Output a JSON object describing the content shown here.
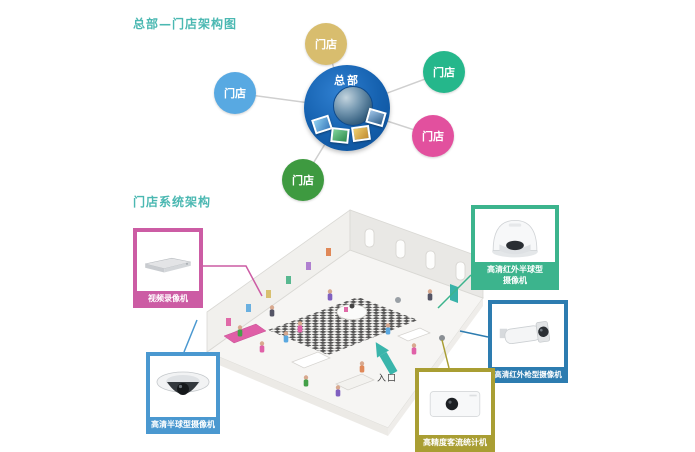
{
  "titles": {
    "hq": "总部—门店架构图",
    "store": "门店系统架构",
    "accent_color": "#4bb8b2"
  },
  "hq_diagram": {
    "hub": {
      "label": "总部",
      "color": "#1460ae"
    },
    "line_color": "#cfcfcf",
    "stores": [
      {
        "label": "门店",
        "color": "#d8bd6e",
        "position": "top"
      },
      {
        "label": "门店",
        "color": "#25b78b",
        "position": "right-top"
      },
      {
        "label": "门店",
        "color": "#58a9e2",
        "position": "left"
      },
      {
        "label": "门店",
        "color": "#e2509e",
        "position": "right"
      },
      {
        "label": "门店",
        "color": "#3e9a40",
        "position": "bottom"
      }
    ]
  },
  "store_diagram": {
    "entrance_label": "入口",
    "entrance_arrow_color": "#3ab5ab",
    "devices": [
      {
        "name": "video-recorder",
        "label": "视频录像机",
        "color": "#cc5ca4",
        "icon": "nvr-image"
      },
      {
        "name": "hd-dome-camera",
        "label": "高清半球型摄像机",
        "color": "#4a98d0",
        "icon": "dome-camera-image"
      },
      {
        "name": "hd-ir-dome-camera",
        "label": "高清红外半球型\n摄像机",
        "color": "#3cb48d",
        "icon": "ir-dome-camera-image"
      },
      {
        "name": "hd-ir-bullet-camera",
        "label": "高清红外枪型摄像机",
        "color": "#2d7cb0",
        "icon": "bullet-camera-image"
      },
      {
        "name": "people-counter",
        "label": "高精度客流统计机",
        "color": "#a99e33",
        "icon": "people-counter-image"
      }
    ]
  }
}
